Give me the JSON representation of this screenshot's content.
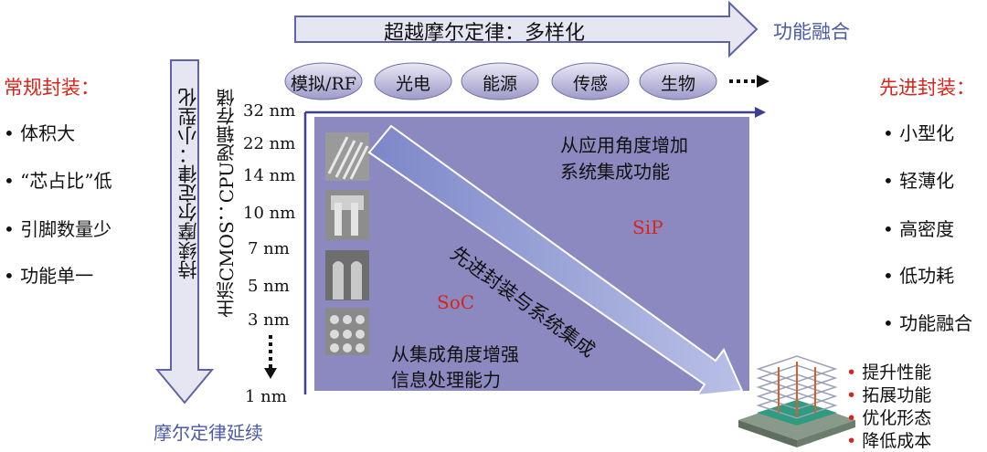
{
  "top_arrow": {
    "label": "超越摩尔定律：多样化",
    "end_label": "功能融合"
  },
  "left_arrow": {
    "label": "持续摩尔定律：小型化",
    "end_label": "摩尔定律延续"
  },
  "categories": [
    "模拟/RF",
    "光电",
    "能源",
    "传感",
    "生物"
  ],
  "cmos_axis_label": "主流CMOS：CPU逻辑存储",
  "nodes": [
    "32 nm",
    "22 nm",
    "14 nm",
    "10 nm",
    "7 nm",
    "5 nm",
    "3 nm",
    "1 nm"
  ],
  "conventional": {
    "title": "常规封装：",
    "items": [
      "体积大",
      "“芯占比”低",
      "引脚数量少",
      "功能单一"
    ]
  },
  "advanced": {
    "title": "先进封装：",
    "items": [
      "小型化",
      "轻薄化",
      "高密度",
      "低功耗",
      "功能融合"
    ]
  },
  "region": {
    "upper_text_line1": "从应用角度增加",
    "upper_text_line2": "系统集成功能",
    "sip": "SiP",
    "soc": "SoC",
    "lower_text_line1": "从集成角度增强",
    "lower_text_line2": "信息处理能力",
    "diag_arrow": "先进封装与系统集成"
  },
  "benefits": [
    "提升性能",
    "拓展功能",
    "优化形态",
    "降低成本"
  ],
  "colors": {
    "accent_red": "#d9241b",
    "region": "#8c88c0",
    "pill": "#c9c8e4",
    "arrow_fill": "#e4e4f2"
  }
}
